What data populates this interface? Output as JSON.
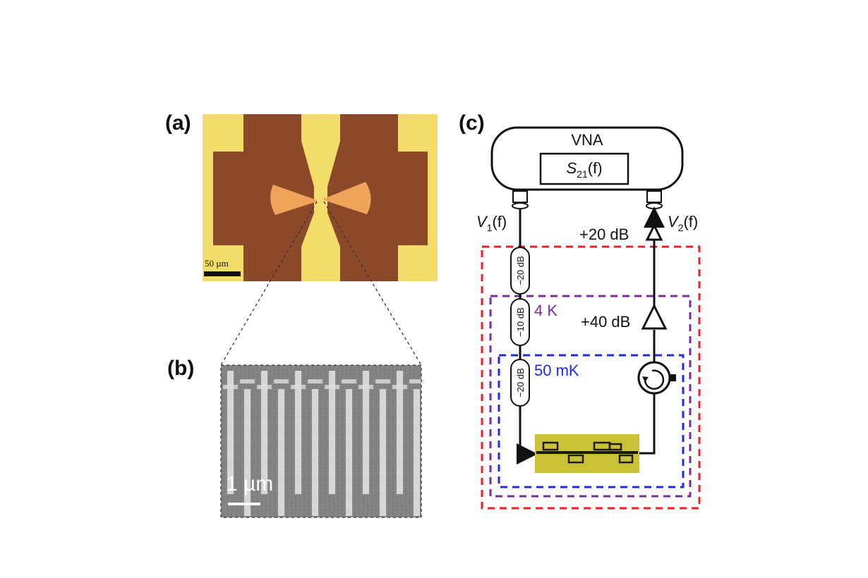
{
  "panels": {
    "a": {
      "label": "(a)",
      "scale_bar": "50 µm"
    },
    "b": {
      "label": "(b)",
      "scale_bar": "1 µm"
    },
    "c": {
      "label": "(c)"
    }
  },
  "circuit": {
    "instrument": "VNA",
    "measurement": {
      "s": "S",
      "sub": "21",
      "arg": "(f)"
    },
    "input_signal": {
      "v": "V",
      "sub": "1",
      "arg": "(f)"
    },
    "output_signal": {
      "v": "V",
      "sub": "2",
      "arg": "(f)"
    },
    "attenuators": [
      "−20 dB",
      "−10 dB",
      "−20 dB"
    ],
    "amplifiers": [
      "+20 dB",
      "+40 dB"
    ],
    "stages": [
      {
        "label": "",
        "color": "#e8202a"
      },
      {
        "label": "4 K",
        "color": "#7b2c9b"
      },
      {
        "label": "50 mK",
        "color": "#1f2be0"
      }
    ]
  },
  "colors": {
    "gold": "#f2dc6a",
    "substrate": "#8a4a2a",
    "bowtie": "#f0a35a",
    "sem": "#7a7a7a",
    "chip": "#c9c236"
  }
}
